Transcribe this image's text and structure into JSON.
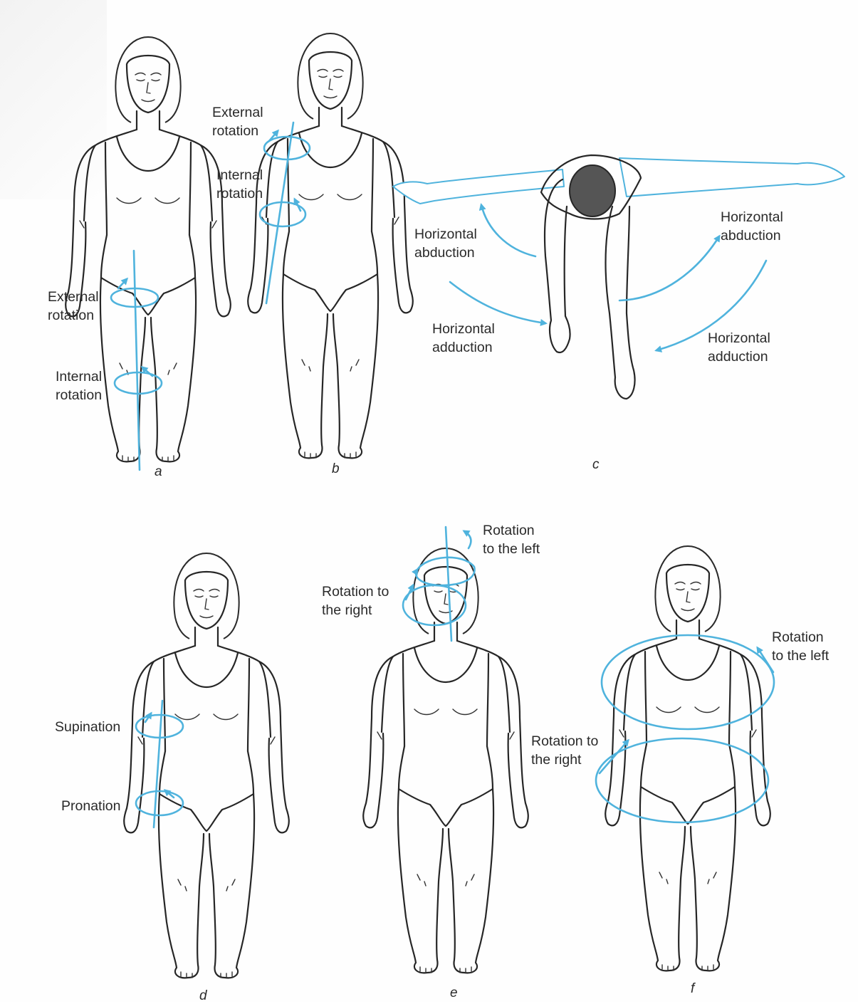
{
  "colors": {
    "accent": "#4fb3dd",
    "ink": "#262626"
  },
  "panels": {
    "a": {
      "caption": "a",
      "external_rotation": "External\nrotation",
      "internal_rotation": "Internal\nrotation"
    },
    "b": {
      "caption": "b",
      "external_rotation": "External\nrotation",
      "internal_rotation": "Internal\nrotation"
    },
    "c": {
      "caption": "c",
      "horizontal_abduction_left": "Horizontal\nabduction",
      "horizontal_adduction_left": "Horizontal\nadduction",
      "horizontal_abduction_right": "Horizontal\nabduction",
      "horizontal_adduction_right": "Horizontal\nadduction"
    },
    "d": {
      "caption": "d",
      "supination": "Supination",
      "pronation": "Pronation"
    },
    "e": {
      "caption": "e",
      "rotation_left": "Rotation\nto the left",
      "rotation_right": "Rotation to\nthe right"
    },
    "f": {
      "caption": "f",
      "rotation_left": "Rotation\nto the left",
      "rotation_right": "Rotation to\nthe right"
    }
  }
}
